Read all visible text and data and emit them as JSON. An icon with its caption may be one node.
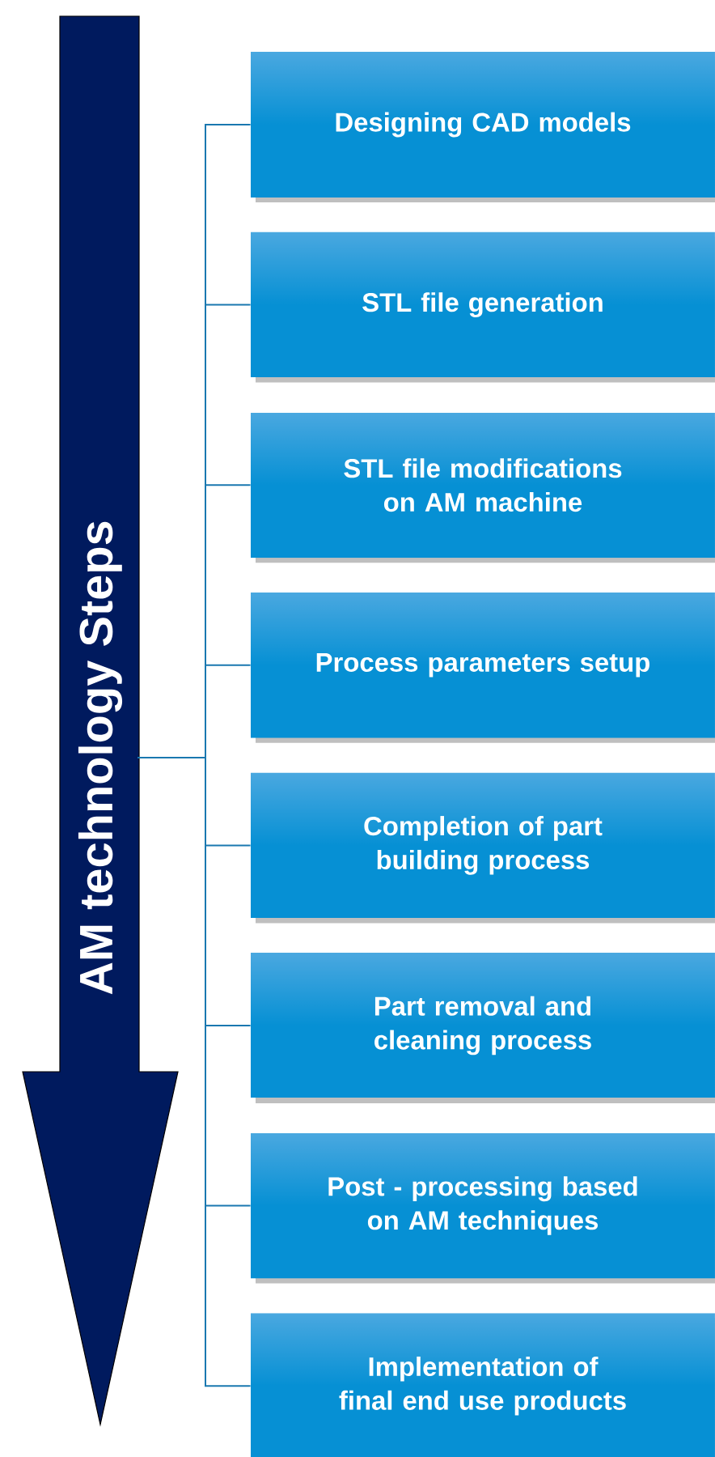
{
  "diagram": {
    "nodes": [
      {
        "text": [
          "AM technology Steps"
        ]
      },
      {
        "text": [
          "Designing CAD models"
        ]
      },
      {
        "text": [
          "STL file generation"
        ]
      },
      {
        "text": [
          "STL file modifications on AM machine"
        ]
      },
      {
        "text": [
          "Process parameters setup"
        ]
      },
      {
        "text": [
          "Completion of part building process"
        ]
      },
      {
        "text": [
          "Part removal and cleaning process"
        ]
      },
      {
        "text": [
          "Post - processing based on AM techniques"
        ]
      },
      {
        "text": [
          "Implementation of final end use products"
        ]
      }
    ],
    "edges": [
      {
        "from": 0,
        "to": 1,
        "arrow": "none"
      },
      {
        "from": 0,
        "to": 2,
        "arrow": "none"
      },
      {
        "from": 0,
        "to": 3,
        "arrow": "none"
      },
      {
        "from": 0,
        "to": 4,
        "arrow": "none"
      },
      {
        "from": 0,
        "to": 5,
        "arrow": "none"
      },
      {
        "from": 0,
        "to": 6,
        "arrow": "none"
      },
      {
        "from": 0,
        "to": 7,
        "arrow": "none"
      },
      {
        "from": 0,
        "to": 8,
        "arrow": "none"
      }
    ]
  }
}
